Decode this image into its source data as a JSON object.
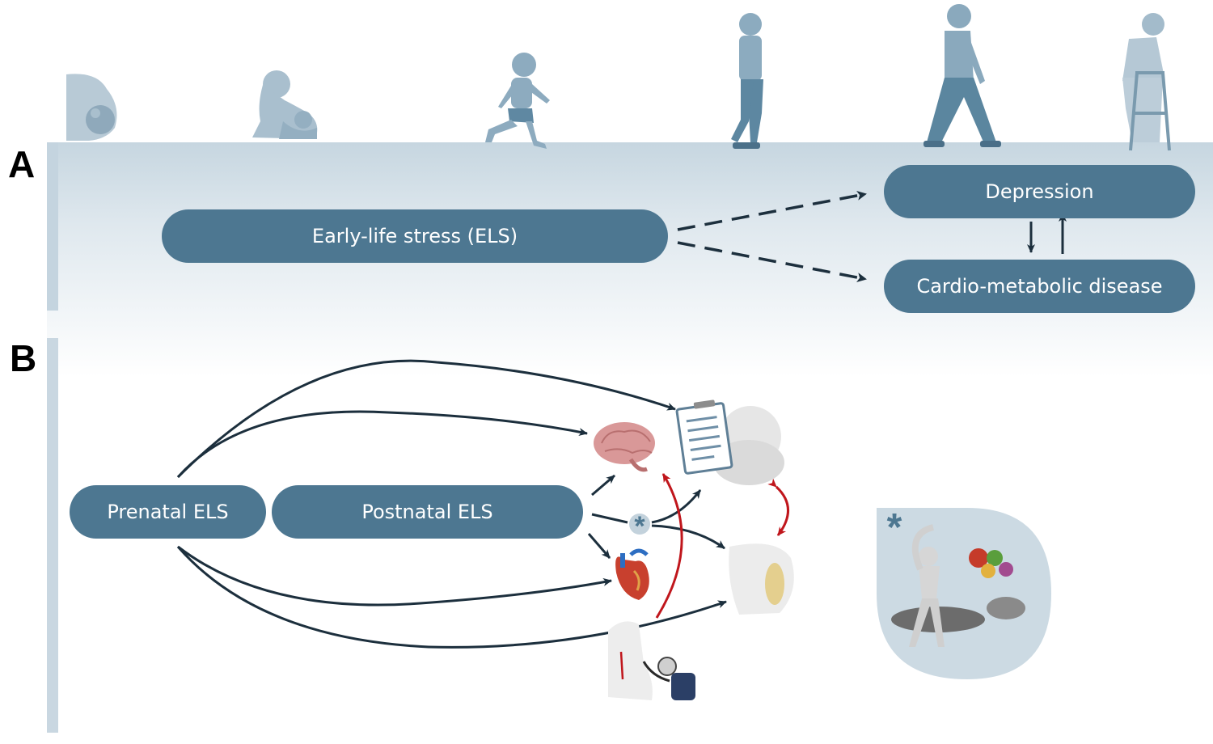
{
  "panels": {
    "a_label": "A",
    "b_label": "B"
  },
  "panel_a": {
    "exposure": "Early-life stress (ELS)",
    "outcome_top": "Depression",
    "outcome_bottom": "Cardio-metabolic disease"
  },
  "panel_b": {
    "prenatal": "Prenatal ELS",
    "postnatal": "Postnatal ELS",
    "mediator_marker": "*",
    "inset_marker": "*"
  },
  "lifespan_icons": [
    "pregnancy-icon",
    "breastfeeding-mother-icon",
    "running-toddler-icon",
    "walking-child-icon",
    "walking-adult-icon",
    "elderly-with-walker-icon"
  ],
  "colors": {
    "pill": "#4d7791",
    "arrow": "#1c2f3d",
    "red_arrow": "#c0161c",
    "band_top": "#c9d9e3",
    "figure": "#8eabbf"
  }
}
